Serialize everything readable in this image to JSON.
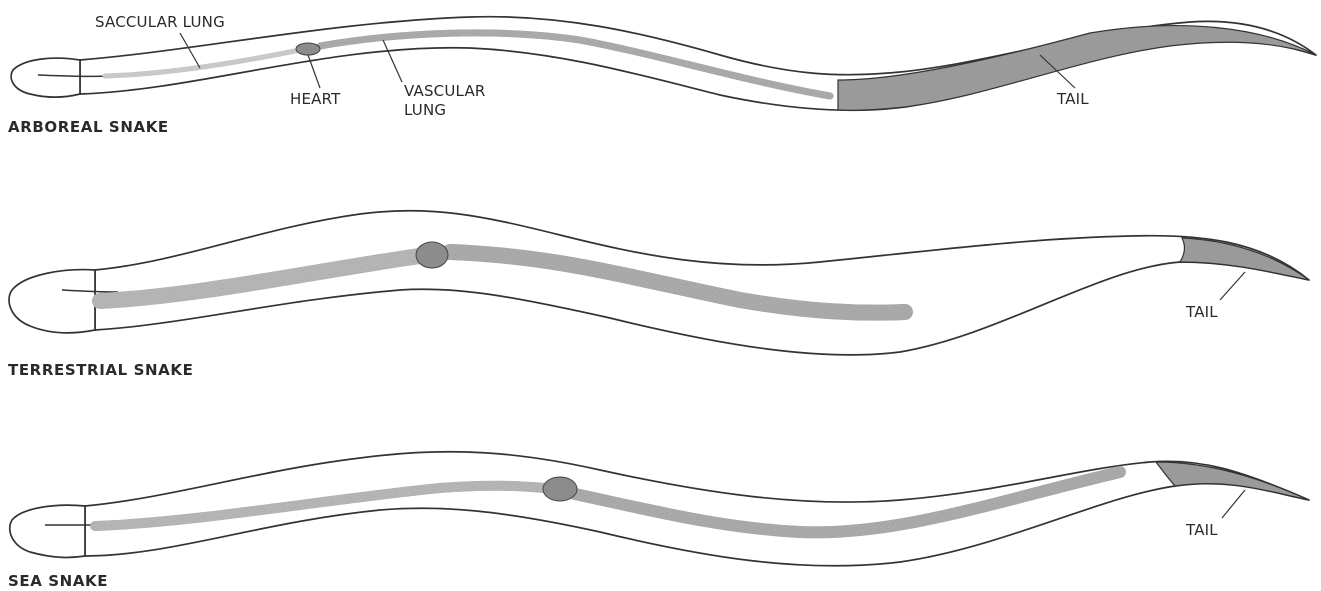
{
  "diagram": {
    "snakes": [
      {
        "id": "arboreal",
        "name": "ARBOREAL SNAKE",
        "labels": {
          "saccular_lung": "SACCULAR LUNG",
          "heart": "HEART",
          "vascular_lung_line1": "VASCULAR",
          "vascular_lung_line2": "LUNG",
          "tail": "TAIL"
        }
      },
      {
        "id": "terrestrial",
        "name": "TERRESTRIAL SNAKE",
        "labels": {
          "tail": "TAIL"
        }
      },
      {
        "id": "sea",
        "name": "SEA SNAKE",
        "labels": {
          "tail": "TAIL"
        }
      }
    ],
    "colors": {
      "outline": "#333333",
      "vascular_lung": "#b8b8b8",
      "saccular_lung": "#dadada",
      "heart": "#8c8c8c",
      "tail_fill": "#9a9a9a",
      "label_text": "#2a2a2a"
    }
  }
}
